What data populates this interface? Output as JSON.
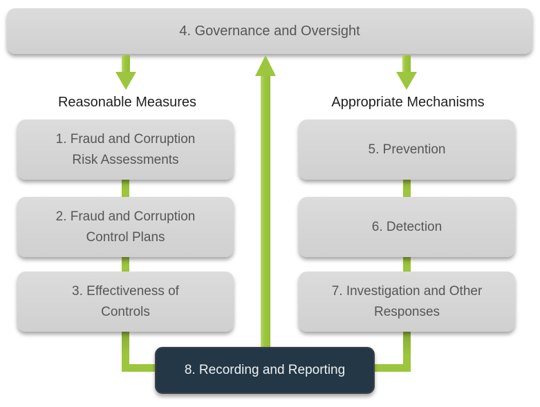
{
  "colors": {
    "accent_green": "#9CC63D",
    "box_fill": "#D6D6D6",
    "box_text": "#565656",
    "header_text": "#1F1F1F",
    "dark_box_fill": "#233746",
    "dark_box_border": "#3F3F49",
    "dark_box_text": "#EEF1F2"
  },
  "governance_box": {
    "label": "4. Governance and Oversight"
  },
  "left_column": {
    "header": "Reasonable Measures",
    "boxes": [
      {
        "label": "1. Fraud and Corruption\nRisk Assessments"
      },
      {
        "label": "2. Fraud and Corruption\nControl Plans"
      },
      {
        "label": "3. Effectiveness of\nControls"
      }
    ]
  },
  "right_column": {
    "header": "Appropriate Mechanisms",
    "boxes": [
      {
        "label": "5. Prevention"
      },
      {
        "label": "6. Detection"
      },
      {
        "label": "7. Investigation and Other\nResponses"
      }
    ]
  },
  "bottom_box": {
    "label": "8. Recording and Reporting"
  }
}
